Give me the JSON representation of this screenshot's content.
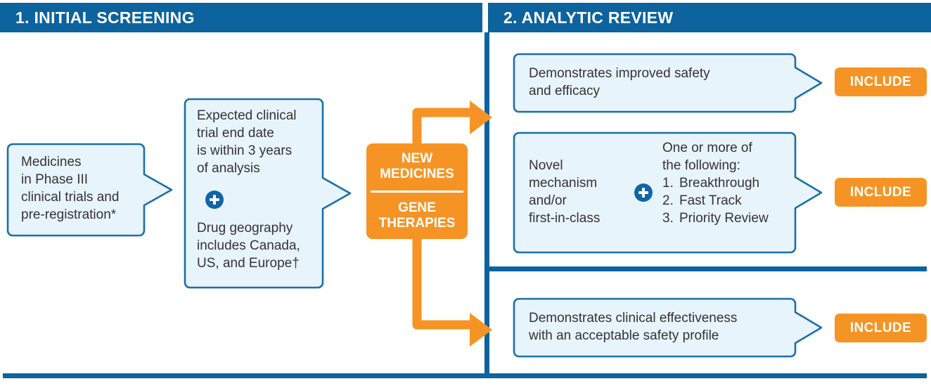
{
  "colors": {
    "header_blue": "#0c639e",
    "box_border": "#1b6fa8",
    "box_fill": "#e8f4fb",
    "orange": "#f59425",
    "text": "#333333",
    "plus_blue": "#1065a8"
  },
  "headers": {
    "left": "1. INITIAL SCREENING",
    "right": "2. ANALYTIC REVIEW"
  },
  "screening": {
    "box1": "Medicines\nin Phase III\nclinical trials and\npre-registration*",
    "box2_top": "Expected clinical\ntrial end date\nis within 3 years\nof analysis",
    "box2_bottom": "Drug geography\nincludes Canada,\nUS, and Europe†",
    "plus_icon": "plus-circle-icon",
    "category_box": {
      "top": "NEW\nMEDICINES",
      "bottom": "GENE\nTHERAPIES"
    }
  },
  "review": {
    "criteria": [
      {
        "text": "Demonstrates improved safety\nand efficacy",
        "decision": "INCLUDE"
      },
      {
        "left_text": "Novel\nmechanism\nand/or\nfirst-in-class",
        "plus_icon": "plus-circle-icon",
        "right_heading": "One or more of\nthe following:",
        "right_items": [
          {
            "num": "1.",
            "label": "Breakthrough"
          },
          {
            "num": "2.",
            "label": "Fast Track"
          },
          {
            "num": "3.",
            "label": "Priority Review"
          }
        ],
        "decision": "INCLUDE"
      },
      {
        "text": "Demonstrates clinical effectiveness\nwith an acceptable safety profile",
        "decision": "INCLUDE"
      }
    ]
  }
}
